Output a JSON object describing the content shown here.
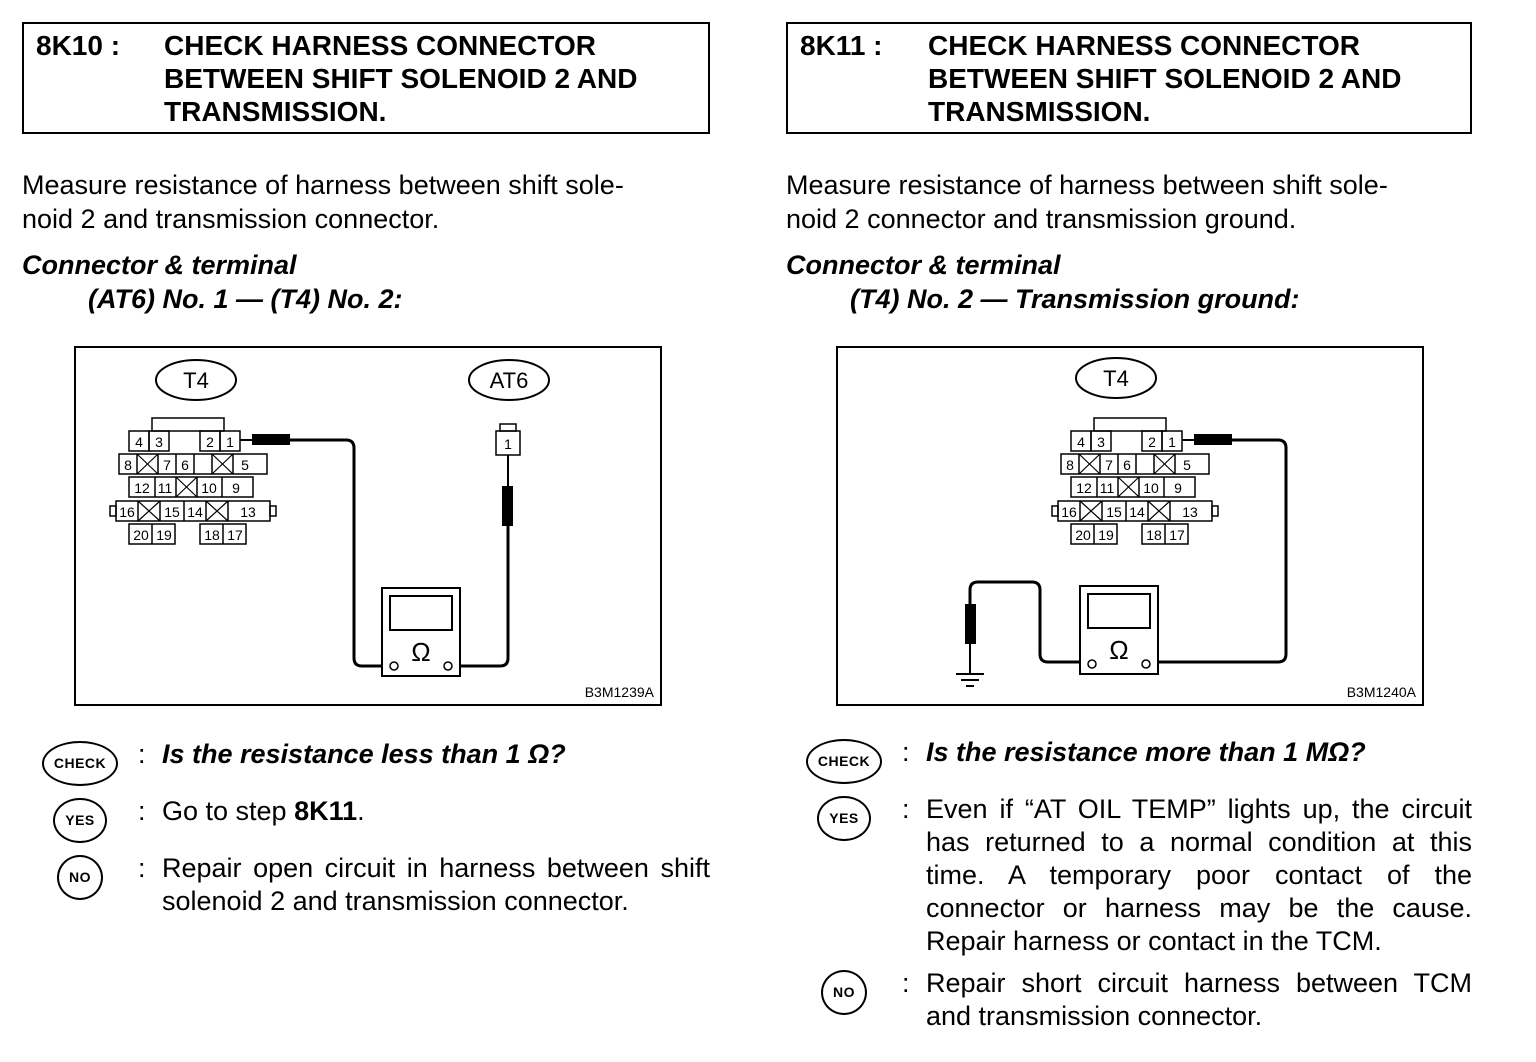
{
  "left": {
    "step_id": "8K10 :",
    "title_lines": [
      "CHECK HARNESS CONNECTOR",
      "BETWEEN SHIFT SOLENOID 2 AND",
      "TRANSMISSION."
    ],
    "instruction_lines": [
      "Measure resistance of harness between shift sole-",
      "noid 2 and transmission connector."
    ],
    "connector_heading": "Connector & terminal",
    "connector_spec": "(AT6) No. 1 — (T4) No. 2:",
    "figure": {
      "t4_label": "T4",
      "at6_label": "AT6",
      "at6_pin": "1",
      "ohm_symbol": "Ω",
      "code": "B3M1239A",
      "pins": {
        "p1": "1",
        "p2": "2",
        "p3": "3",
        "p4": "4",
        "p5": "5",
        "p6": "6",
        "p7": "7",
        "p8": "8",
        "p9": "9",
        "p10": "10",
        "p11": "11",
        "p12": "12",
        "p13": "13",
        "p14": "14",
        "p15": "15",
        "p16": "16",
        "p17": "17",
        "p18": "18",
        "p19": "19",
        "p20": "20"
      }
    },
    "check": {
      "badge": "CHECK",
      "colon": ":",
      "text": "Is the resistance less than 1 Ω?"
    },
    "yes": {
      "badge": "YES",
      "colon": ":",
      "prefix": "Go to step ",
      "step": "8K11",
      "suffix": "."
    },
    "no": {
      "badge": "NO",
      "colon": ":",
      "text": "Repair open circuit in harness between shift solenoid 2 and transmission con­nector."
    }
  },
  "right": {
    "step_id": "8K11 :",
    "title_lines": [
      "CHECK HARNESS CONNECTOR",
      "BETWEEN SHIFT SOLENOID 2 AND",
      "TRANSMISSION."
    ],
    "instruction_lines": [
      "Measure resistance of harness between shift sole-",
      "noid 2 connector and transmission ground."
    ],
    "connector_heading": "Connector & terminal",
    "connector_spec": "(T4) No. 2 — Transmission ground:",
    "figure": {
      "t4_label": "T4",
      "ohm_symbol": "Ω",
      "code": "B3M1240A",
      "pins": {
        "p1": "1",
        "p2": "2",
        "p3": "3",
        "p4": "4",
        "p5": "5",
        "p6": "6",
        "p7": "7",
        "p8": "8",
        "p9": "9",
        "p10": "10",
        "p11": "11",
        "p12": "12",
        "p13": "13",
        "p14": "14",
        "p15": "15",
        "p16": "16",
        "p17": "17",
        "p18": "18",
        "p19": "19",
        "p20": "20"
      }
    },
    "check": {
      "badge": "CHECK",
      "colon": ":",
      "text": "Is the resistance more than 1 MΩ?"
    },
    "yes": {
      "badge": "YES",
      "colon": ":",
      "text": "Even if “AT OIL TEMP” lights up, the circuit has returned to a normal condi­tion at this time. A temporary poor con­tact of the connector or harness may be the cause. Repair harness or contact in the TCM."
    },
    "no": {
      "badge": "NO",
      "colon": ":",
      "text": "Repair short circuit harness between TCM and transmission connector."
    }
  }
}
